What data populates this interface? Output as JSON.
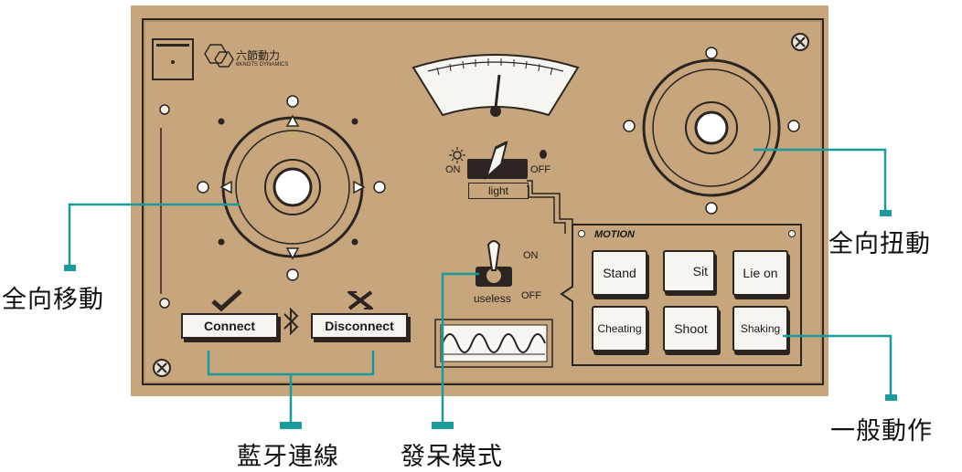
{
  "brand": {
    "name": "六節動力",
    "tagline": "6KNOTS DYNAMICS"
  },
  "bluetooth": {
    "connect_label": "Connect",
    "disconnect_label": "Disconnect"
  },
  "light_switch": {
    "on_label": "ON",
    "off_label": "OFF",
    "name": "light"
  },
  "useless_switch": {
    "on_label": "ON",
    "off_label": "OFF",
    "name": "useless"
  },
  "motion": {
    "title": "MOTION",
    "buttons": [
      "Stand",
      "Sit",
      "Lie on",
      "Cheating",
      "Shoot",
      "Shaking"
    ]
  },
  "callouts": {
    "omni_move": "全向移動",
    "omni_twist": "全向扭動",
    "bluetooth": "藍牙連線",
    "idle_mode": "發呆模式",
    "general_motion": "一般動作"
  },
  "colors": {
    "panel": "#c8a67d",
    "ink": "#2b2420",
    "accent": "#1a9a9a",
    "button": "#f7f5f0"
  }
}
